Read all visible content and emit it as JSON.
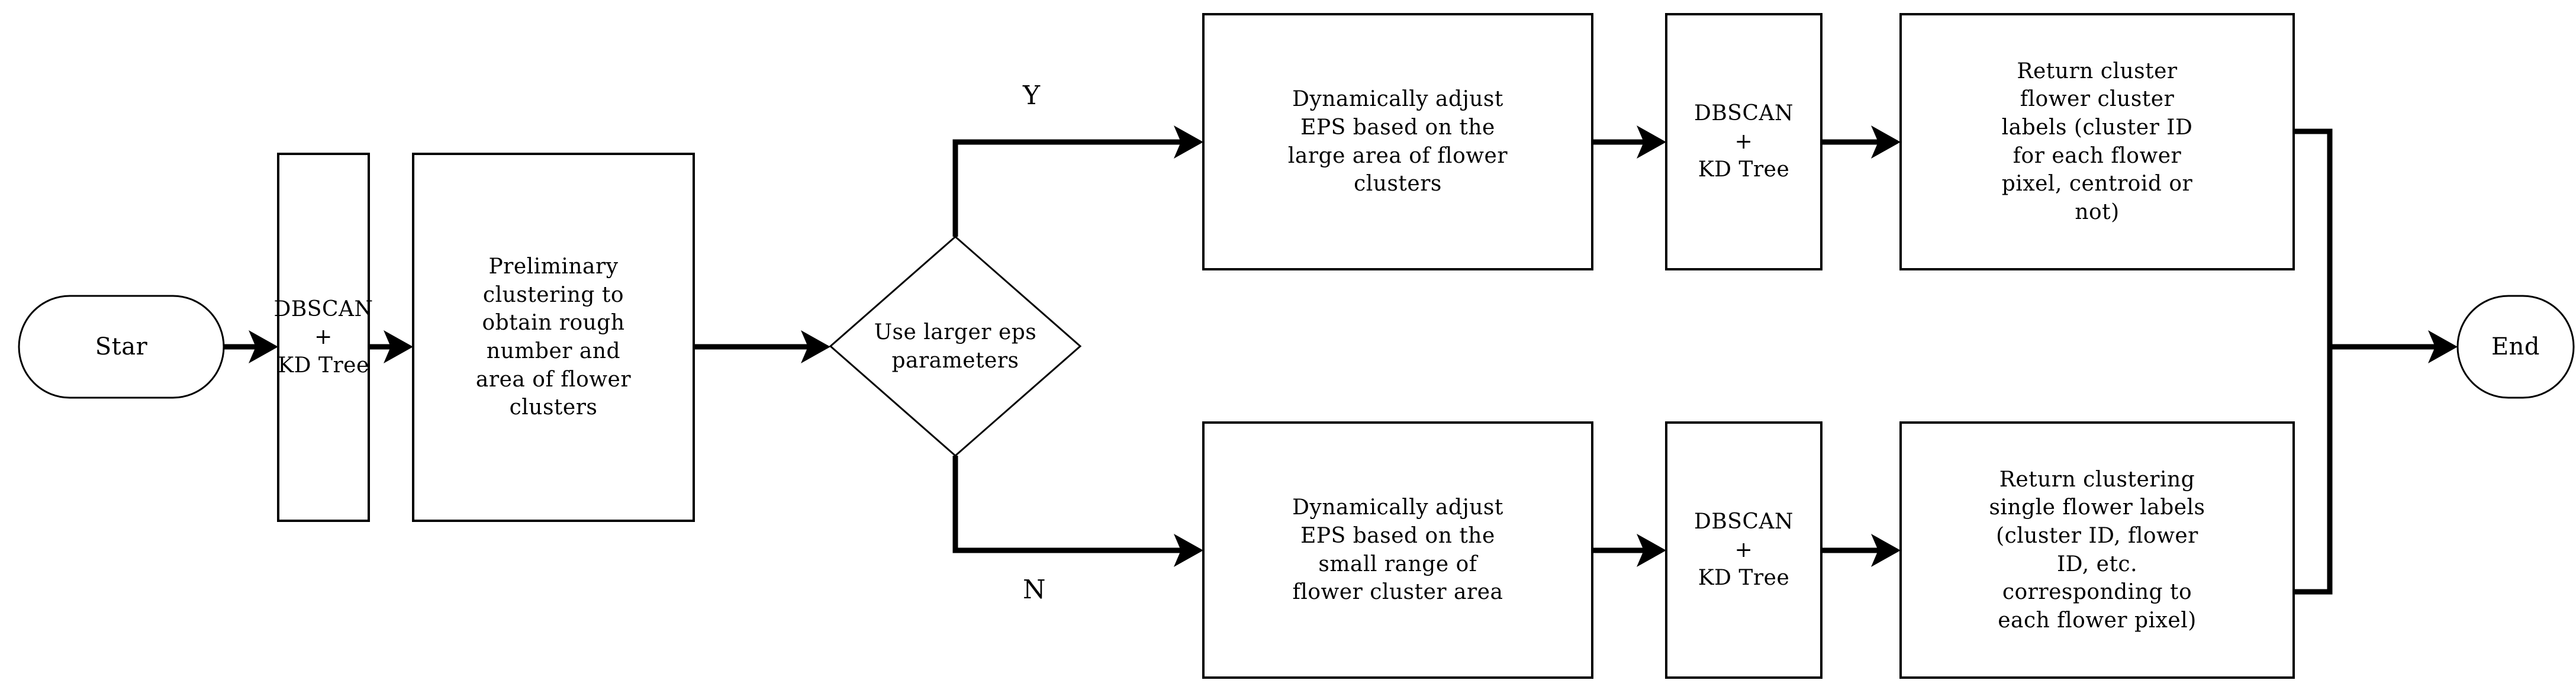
{
  "diagram": {
    "title": "DBSCAN + KD Tree flower clustering flowchart",
    "background_color": "#ffffff",
    "line_color": "#000000",
    "nodes": {
      "start": {
        "label": "Star",
        "shape": "rounded-terminator"
      },
      "dbscan_initial": {
        "label": "DBSCAN\n+\nKD Tree",
        "shape": "rectangle"
      },
      "preliminary": {
        "label": "Preliminary\nclustering to\nobtain rough\nnumber and\narea of flower\nclusters",
        "shape": "rectangle"
      },
      "decision": {
        "label": "Use larger eps\nparameters",
        "shape": "diamond"
      },
      "adjust_large": {
        "label": "Dynamically adjust\nEPS based on the\nlarge area of flower\nclusters",
        "shape": "rectangle"
      },
      "dbscan_top": {
        "label": "DBSCAN\n+\nKD Tree",
        "shape": "rectangle"
      },
      "return_cluster": {
        "label": "Return cluster\nflower cluster\nlabels (cluster ID\nfor each flower\npixel, centroid or\nnot)",
        "shape": "rectangle"
      },
      "adjust_small": {
        "label": "Dynamically adjust\nEPS based on the\nsmall range of\nflower cluster area",
        "shape": "rectangle"
      },
      "dbscan_bottom": {
        "label": "DBSCAN\n+\nKD Tree",
        "shape": "rectangle"
      },
      "return_single": {
        "label": "Return clustering\nsingle flower labels\n(cluster ID, flower\nID, etc.\ncorresponding to\neach flower pixel)",
        "shape": "rectangle"
      },
      "end": {
        "label": "End",
        "shape": "rounded-terminator"
      }
    },
    "branch_labels": {
      "yes": "Y",
      "no": "N"
    }
  }
}
